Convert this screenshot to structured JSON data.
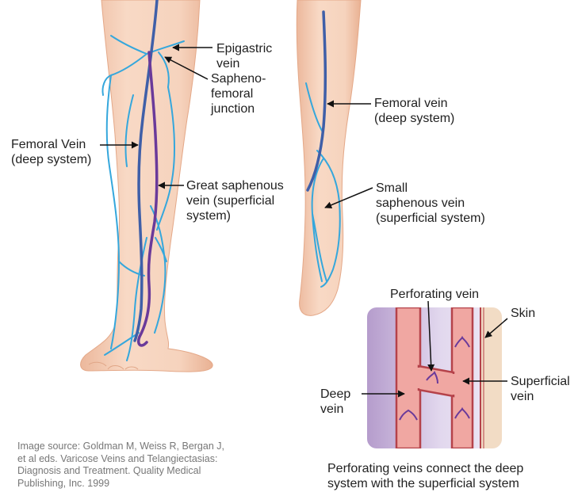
{
  "labels": {
    "epigastric_vein": "Epigastric\nvein",
    "saphenofemoral_junction": "Sapheno-\nfemoral\njunction",
    "femoral_vein_front": "Femoral Vein\n(deep system)",
    "great_saphenous_vein": "Great saphenous\nvein (superficial\nsystem)",
    "femoral_vein_back": "Femoral vein\n(deep system)",
    "small_saphenous_vein": "Small\nsaphenous vein\n(superficial system)",
    "perforating_vein": "Perforating vein",
    "skin": "Skin",
    "superficial_vein": "Superficial\nvein",
    "deep_vein": "Deep\nvein"
  },
  "source_text": "Image source: Goldman M, Weiss R, Bergan J,\net al eds. Varicose Veins and Telangiectasias:\nDiagnosis and Treatment. Quality Medical\nPublishing, Inc. 1999",
  "caption": "Perforating veins connect the deep\nsystem with the superficial system",
  "colors": {
    "skin": "#f6d3bd",
    "skin_shadow": "#ecb89c",
    "deep_vein": "#3f5fa8",
    "great_saphenous": "#6a3a9a",
    "superficial_branches": "#35a7dc",
    "vessel_wall": "#b5424a",
    "vessel_fill": "#f0a7a2",
    "muscle_bg": "#c7b3d8",
    "panel_light": "#ddd1ea"
  }
}
